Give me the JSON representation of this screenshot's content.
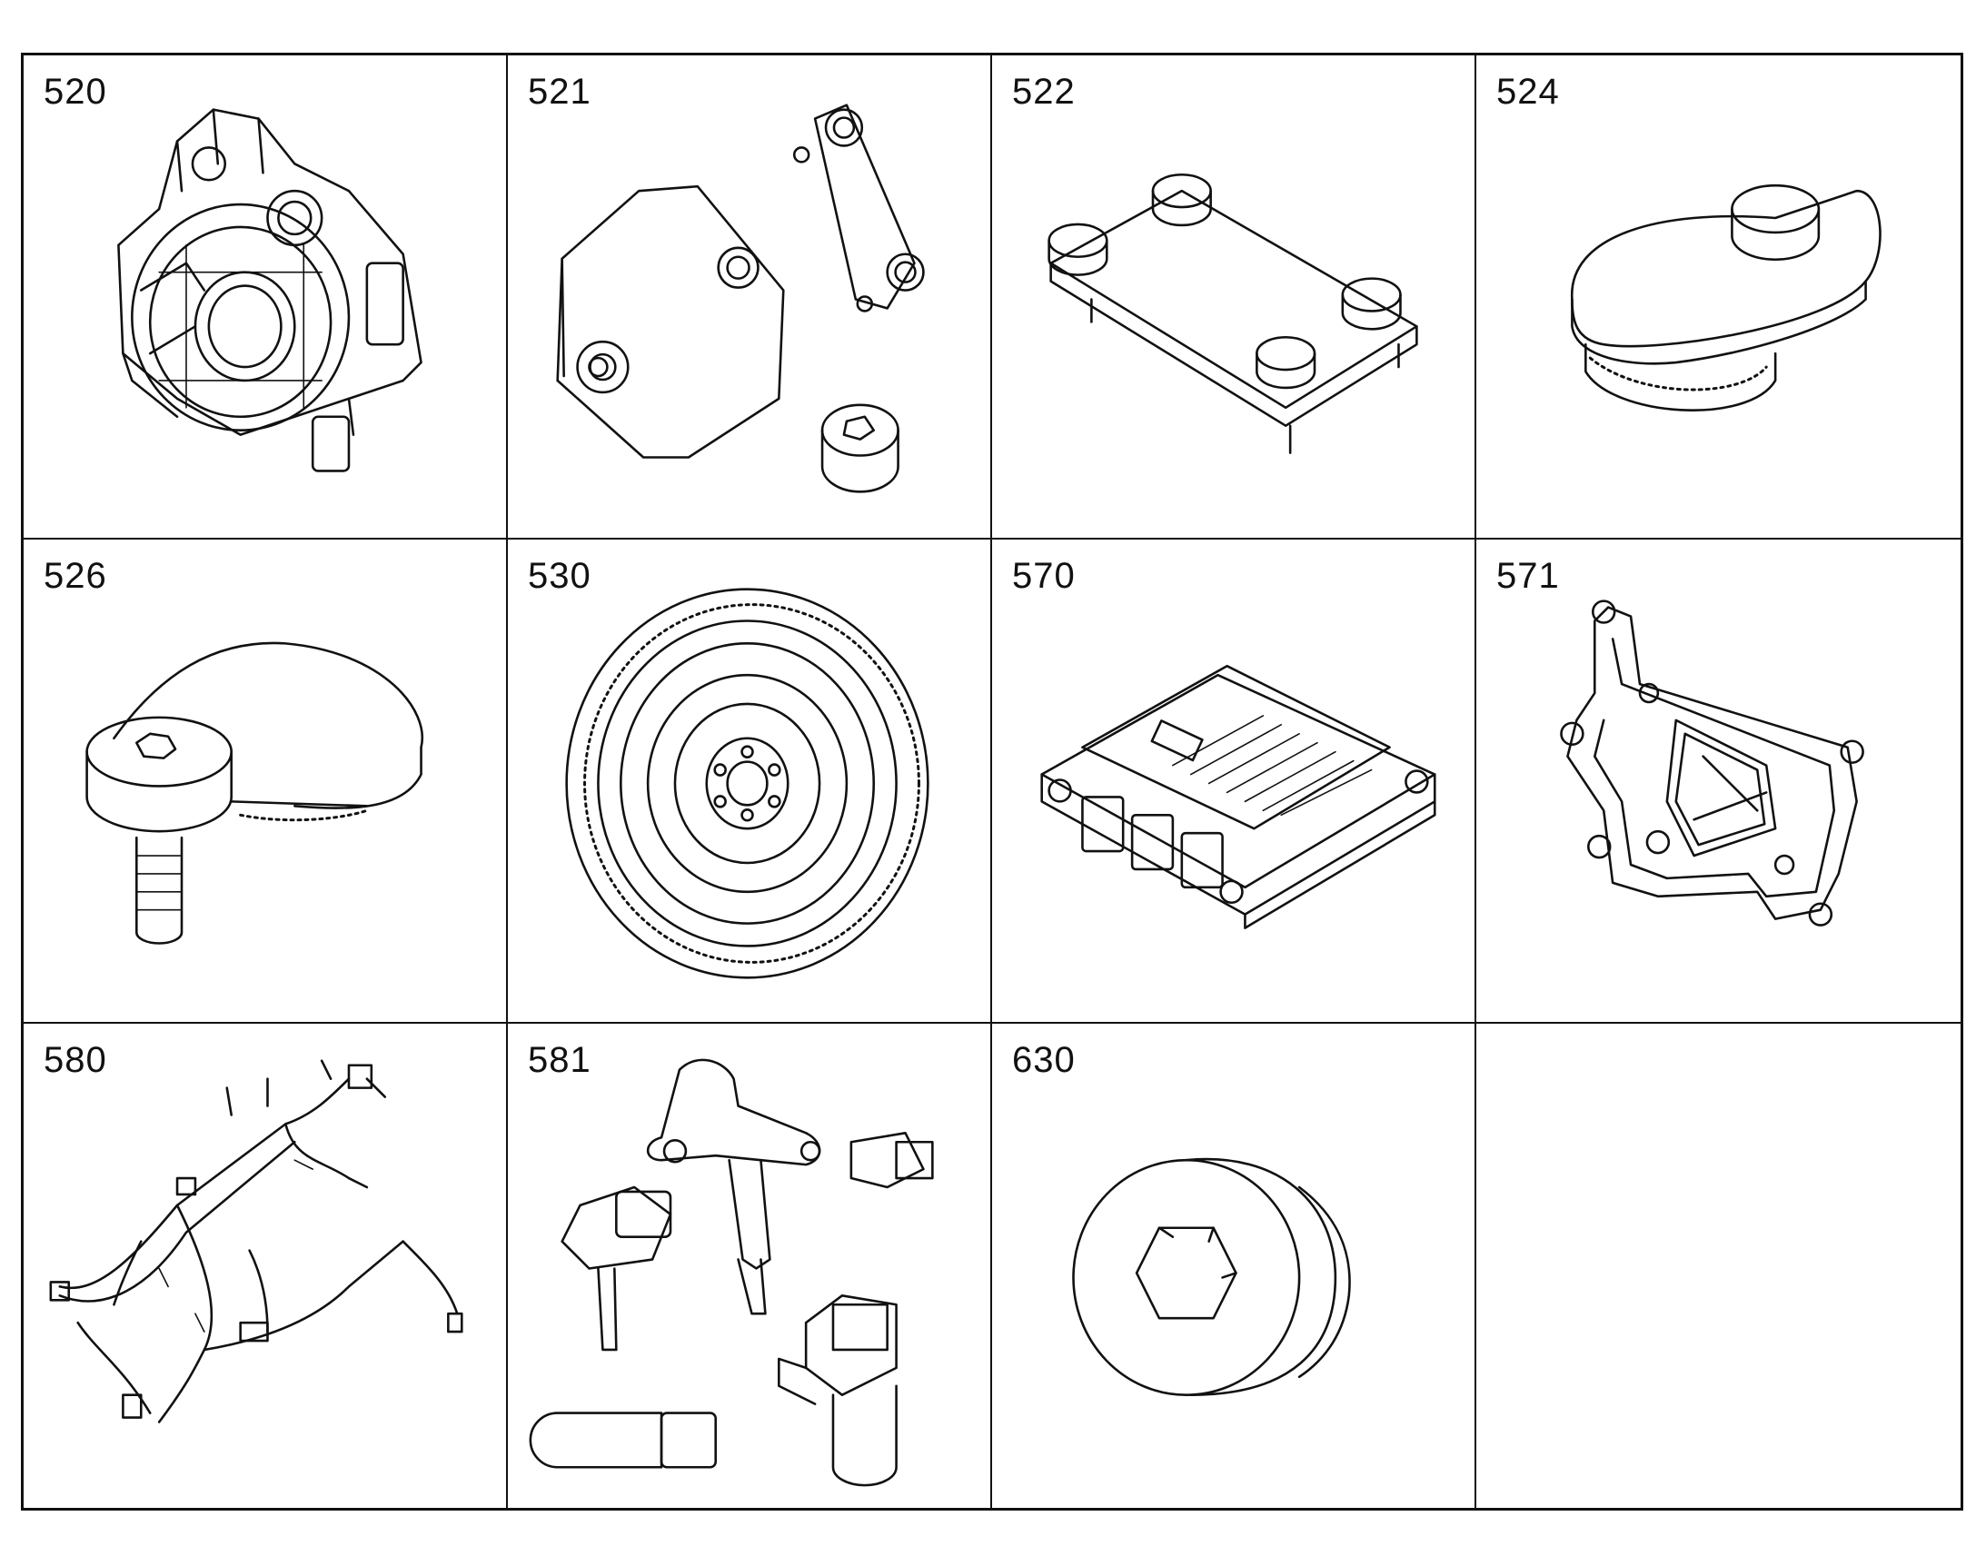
{
  "cells": [
    {
      "label": "520",
      "part": "flywheel-housing"
    },
    {
      "label": "521",
      "part": "cover-plates-and-plug"
    },
    {
      "label": "522",
      "part": "bolted-plate"
    },
    {
      "label": "524",
      "part": "oval-cover-with-bolt"
    },
    {
      "label": "526",
      "part": "cover-with-socket-screw"
    },
    {
      "label": "530",
      "part": "flywheel"
    },
    {
      "label": "570",
      "part": "control-unit"
    },
    {
      "label": "571",
      "part": "mounting-bracket"
    },
    {
      "label": "580",
      "part": "wiring-harness"
    },
    {
      "label": "581",
      "part": "sensors"
    },
    {
      "label": "630",
      "part": "hex-plug"
    },
    {
      "label": "",
      "part": ""
    }
  ]
}
